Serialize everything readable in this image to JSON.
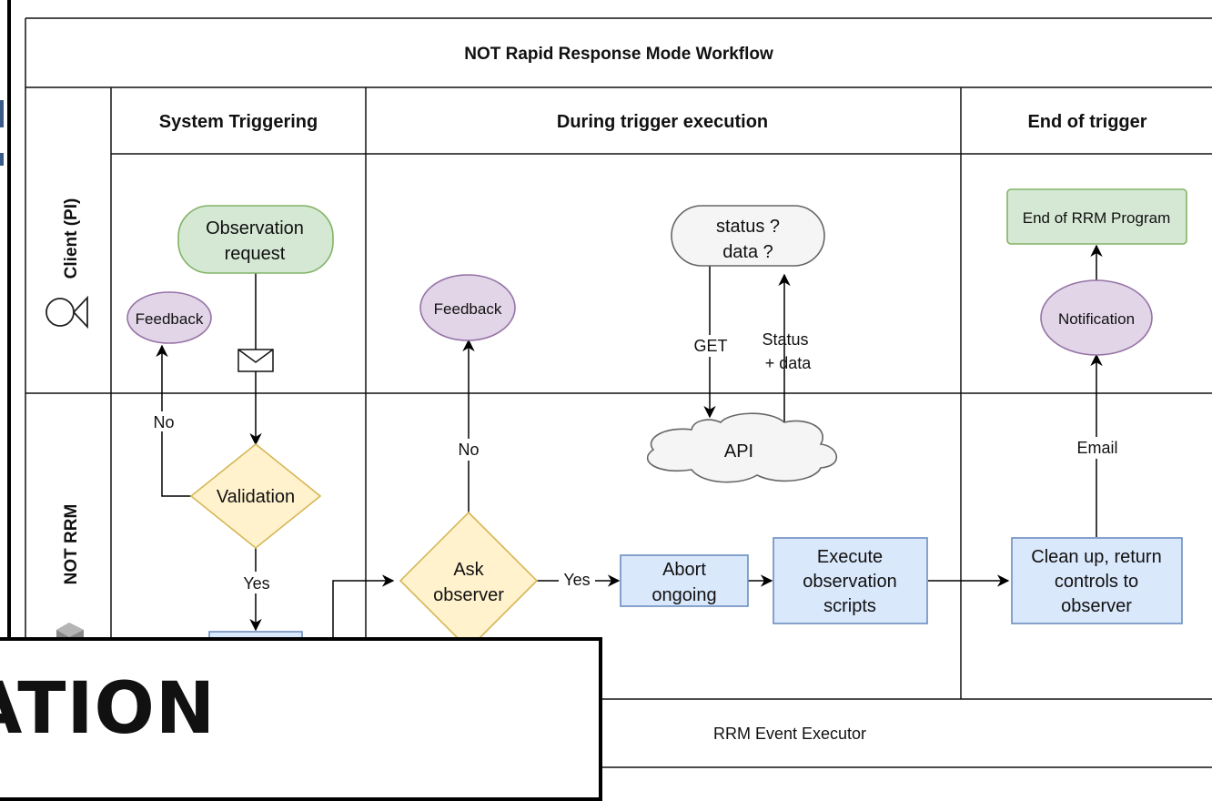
{
  "title": "NOT Rapid Response Mode Workflow",
  "phases": {
    "system_triggering": "System Triggering",
    "during_execution": "During trigger execution",
    "end_of_trigger": "End of trigger"
  },
  "lanes": {
    "client": "Client (PI)",
    "not_rrm": "NOT RRM"
  },
  "nodes": {
    "observation_request_1": "Observation",
    "observation_request_2": "request",
    "feedback_left": "Feedback",
    "feedback_mid": "Feedback",
    "validation": "Validation",
    "ask_observer_1": "Ask",
    "ask_observer_2": "observer",
    "status_1": "status ?",
    "status_2": "data ?",
    "api": "API",
    "abort_1": "Abort",
    "abort_2": "ongoing",
    "execute_1": "Execute",
    "execute_2": "observation",
    "execute_3": "scripts",
    "cleanup_1": "Clean up, return",
    "cleanup_2": "controls to",
    "cleanup_3": "observer",
    "notification": "Notification",
    "end_program": "End of RRM Program",
    "rrm_event_executor": "RRM Event Executor"
  },
  "edges": {
    "no_left": "No",
    "yes_left": "Yes",
    "no_mid": "No",
    "yes_mid": "Yes",
    "get": "GET",
    "status_data_1": "Status",
    "status_data_2": "+ data",
    "email": "Email"
  },
  "overlay": {
    "text": "ATION"
  },
  "colors": {
    "green_fill": "#d5e8d4",
    "green_stroke": "#82b366",
    "purple_fill": "#e1d5e7",
    "purple_stroke": "#9673a6",
    "yellow_fill": "#fff2cc",
    "yellow_stroke": "#d6b656",
    "blue_fill": "#dae8fc",
    "blue_stroke": "#6c8ebf",
    "grey_fill": "#f5f5f5",
    "grey_stroke": "#666666"
  }
}
